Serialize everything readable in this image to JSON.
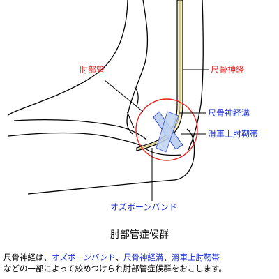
{
  "labels": {
    "cubital_tunnel": "肘部管",
    "ulnar_nerve": "尺骨神経",
    "ulnar_groove": "尺骨神経溝",
    "trochlear_ligament": "滑車上肘靭帯",
    "osborne_band": "オズボーンバンド"
  },
  "title": "肘部管症候群",
  "caption": {
    "prefix": "尺骨神経は、",
    "term1": "オズボーンバンド",
    "sep1": "、",
    "term2": "尺骨神経溝",
    "sep2": "、",
    "term3": "滑車上肘靭帯",
    "line2": "などの一部によって絞めつけられ肘部管症候群をおこします。"
  },
  "colors": {
    "red": "#e8211f",
    "blue": "#1a2fd6",
    "nerve_fill": "#f6efc3",
    "ligament_fill": "#bfd3f0"
  }
}
